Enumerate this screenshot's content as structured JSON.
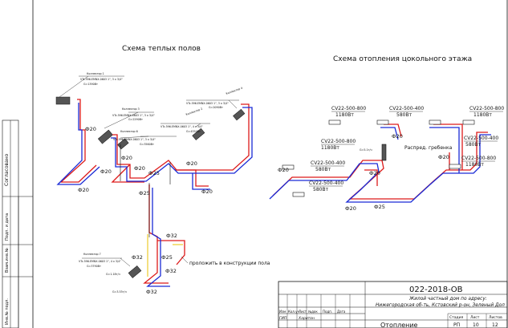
{
  "titles": {
    "floor_heating": "Схема теплых полов",
    "basement_heating": "Схема отопления цокольного этажа"
  },
  "side_stamp": {
    "col1": "Согласовано",
    "col2a": "Подп. и дата",
    "col2b": "Взам.инв.№",
    "col2c": "Инв.№ подл."
  },
  "floor_collectors": [
    {
      "name": "Коллектор 1",
      "spec": "VTc.596.EMNX.0603 1\", 3 x 3/4\"",
      "flow": "G=1390Вт"
    },
    {
      "name": "Коллектор 3",
      "spec": "VTc.596.EMNX.0603 1\", 3 x 3/4\"",
      "flow": "G=2290Вт"
    },
    {
      "name": "Коллектор 6",
      "spec": "VTc.596.EMNX.0603 1\", 3 x 3/4\"",
      "flow": "G=3560Вт"
    },
    {
      "name": "Коллектор 2",
      "spec": "VTc.596.EMNX.0603 1\", 4 x 3/4\"",
      "flow": "G=4350Вт"
    },
    {
      "name": "Коллектор 4",
      "spec": "VTc.596.EMNX.0603 1\", 3 x 3/4\"",
      "flow": "G=2090Вт"
    },
    {
      "name": "Коллектор 7",
      "spec": "VTc.596.EMNX.0603 1\", 4 x 3/4\"",
      "flow": "G=3790Вт"
    }
  ],
  "floor_pipe_labels": [
    "Ф20",
    "Ф20",
    "Ф20",
    "Ф20",
    "Ф25",
    "Ф20",
    "Ф20",
    "Ф25",
    "Ф20",
    "Ф32",
    "Ф32",
    "Ф25",
    "Ф32",
    "Ф32"
  ],
  "floor_notes": {
    "lay_in_floor": "проложить в конструкции пола",
    "meter_a": "G=1.18т/ч",
    "meter_b": "G=3.53т/ч"
  },
  "radiators": [
    {
      "model": "CV22-500-800",
      "power": "1180Вт"
    },
    {
      "model": "CV22-500-400",
      "power": "580Вт"
    },
    {
      "model": "CV22-500-800",
      "power": "1180Вт"
    },
    {
      "model": "CV22-500-800",
      "power": "1180Вт"
    },
    {
      "model": "CV22-500-400",
      "power": "580Вт"
    },
    {
      "model": "CV22-500-400",
      "power": "580Вт"
    },
    {
      "model": "CV22-500-400",
      "power": "580Вт"
    },
    {
      "model": "CV22-500-800",
      "power": "1180Вт"
    }
  ],
  "basement_notes": {
    "comb": "Распред. гребенка",
    "comb_flow": "G=5.1т/ч",
    "pipe_labels": [
      "Ф20",
      "Ф20",
      "Ф20",
      "Ф25",
      "Ф20",
      "Ф20"
    ]
  },
  "title_block": {
    "code": "022-2018-ОВ",
    "address_line1": "Жилой частный дом по адресу:",
    "address_line2": "Нижегородская об-ть, Кстовский р-он, Зеленый Дол",
    "headers": [
      "Изм",
      "Кол.уч",
      "Лист",
      "№док",
      "Подп.",
      "Дата"
    ],
    "row2": [
      "ГИП",
      "",
      "Харитон",
      "",
      "",
      ""
    ],
    "sheet_title": "Отопление",
    "stage_h": "Стадия",
    "sheet_h": "Лист",
    "sheets_h": "Листов",
    "stage": "РП",
    "sheet": "10",
    "sheets": "12"
  },
  "colors": {
    "supply": "#dd1a1a",
    "return": "#1a2bd6",
    "line": "#111111",
    "aux": "#e8c200"
  }
}
